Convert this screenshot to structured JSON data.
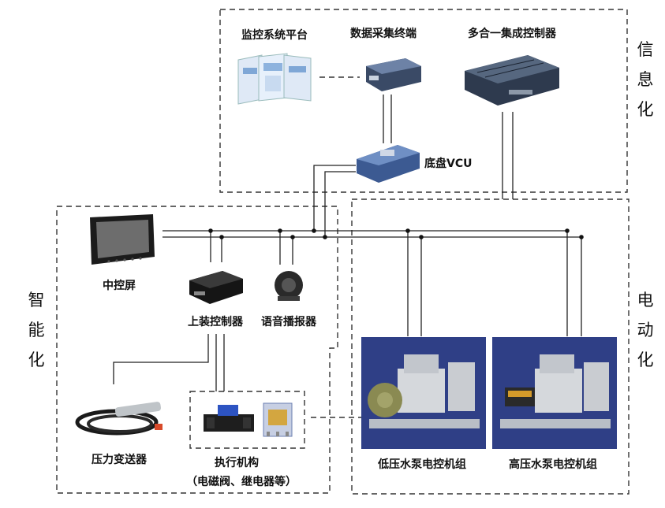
{
  "labels": {
    "monitor": "监控系统平台",
    "terminal": "数据采集终端",
    "controller": "多合一集成控制器",
    "vcu": "底盘VCU",
    "screen": "中控屏",
    "upper": "上装控制器",
    "voice": "语音播报器",
    "pressure": "压力变送器",
    "actuator": "执行机构",
    "actuator_note": "（电磁阀、继电器等）",
    "low_pump": "低压水泵电控机组",
    "high_pump": "高压水泵电控机组"
  },
  "regions": {
    "info": [
      "信",
      "息",
      "化"
    ],
    "smart": [
      "智",
      "能",
      "化"
    ],
    "electric": [
      "电",
      "动",
      "化"
    ]
  },
  "colors": {
    "line": "#222222",
    "dash": "#333333",
    "pump_bg": "#2f3f86"
  },
  "icons": [
    "monitor-screens-icon",
    "terminal-box-icon",
    "controller-box-icon",
    "vcu-box-icon",
    "display-screen-icon",
    "controller-unit-icon",
    "speaker-icon",
    "sensor-cable-icon",
    "valve-icon",
    "relay-icon",
    "pump-unit-icon"
  ]
}
